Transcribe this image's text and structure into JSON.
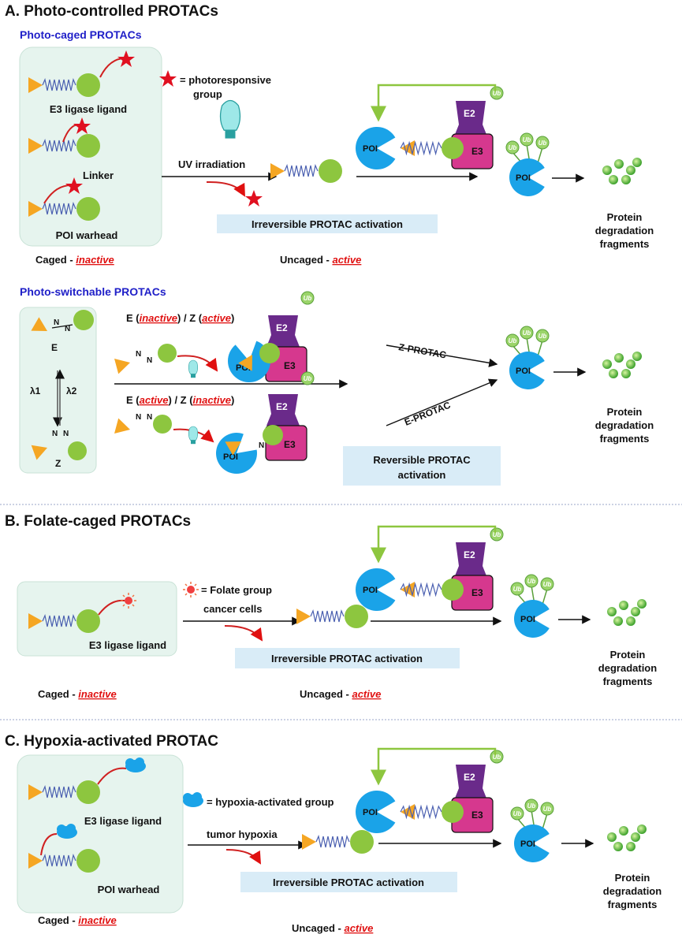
{
  "panel_a": {
    "title": "A. Photo-controlled PROTACs",
    "caged_subtitle": "Photo-caged PROTACs",
    "labels": {
      "e3_ligase_ligand": "E3 ligase ligand",
      "linker": "Linker",
      "poi_warhead": "POI warhead",
      "legend_line1": "= photoresponsive",
      "legend_line2": "group",
      "uv": "UV irradiation",
      "activation": "Irreversible PROTAC activation",
      "caged_prefix": "Caged - ",
      "caged_state": "inactive",
      "uncaged_prefix": "Uncaged - ",
      "uncaged_state": "active"
    },
    "switch_subtitle": "Photo-switchable PROTACs",
    "switch": {
      "e": "E",
      "z": "Z",
      "lambda1": "λ1",
      "lambda2": "λ2",
      "nn": "N",
      "top_head_1": "E (",
      "top_head_2": "inactive",
      "top_head_3": ") / Z (",
      "top_head_4": "active",
      "top_head_5": ")",
      "bot_head_1": "E (",
      "bot_head_2": "active",
      "bot_head_3": ") / Z (",
      "bot_head_4": "inactive",
      "bot_head_5": ")",
      "z_protac": "Z-PROTAC",
      "e_protac": "E-PROTAC",
      "activation_line1": "Reversible PROTAC",
      "activation_line2": "activation"
    }
  },
  "panel_b": {
    "title": "B. Folate-caged PROTACs",
    "legend": "= Folate group",
    "trigger": "cancer cells",
    "e3_ligase_ligand": "E3 ligase ligand",
    "activation": "Irreversible PROTAC activation",
    "caged_prefix": "Caged - ",
    "caged_state": "inactive",
    "uncaged_prefix": "Uncaged - ",
    "uncaged_state": "active"
  },
  "panel_c": {
    "title": "C. Hypoxia-activated PROTAC",
    "legend": "= hypoxia-activated group",
    "trigger": "tumor  hypoxia",
    "e3_ligase_ligand": "E3 ligase ligand",
    "poi_warhead": "POI warhead",
    "activation": "Irreversible PROTAC activation",
    "caged_prefix": "Caged - ",
    "caged_state": "inactive",
    "uncaged_prefix": "Uncaged - ",
    "uncaged_state": "active"
  },
  "common": {
    "poi": "POI",
    "e2": "E2",
    "e3": "E3",
    "ub": "Ub",
    "protein": "Protein",
    "degradation": "degradation",
    "fragments": "fragments"
  },
  "colors": {
    "box_fill": "#e6f4ee",
    "label_box": "#d9ecf7",
    "poi_blue": "#1aa3e8",
    "e3_magenta": "#d6388e",
    "e2_purple": "#6a2a8a",
    "ligand_green": "#8dc63f",
    "warhead_orange": "#f5a623",
    "linker_blue": "#4a5fb0",
    "star_red": "#e01020",
    "ub_green": "#9bd46a",
    "arrow_green": "#8dc63f"
  }
}
